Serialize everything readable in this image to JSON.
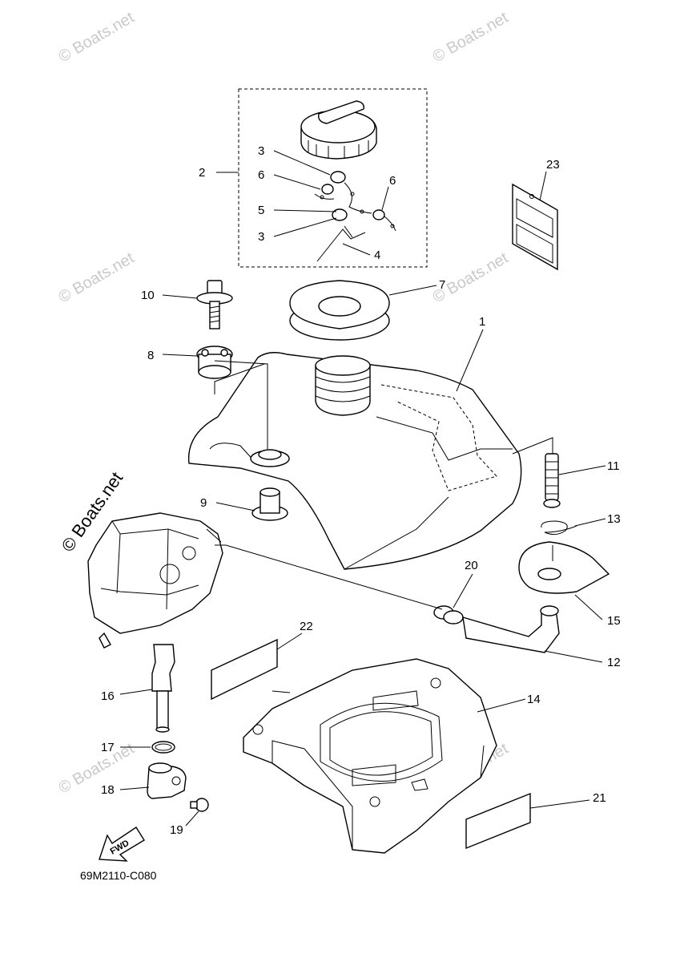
{
  "watermark_text": "© Boats.net",
  "diagram_code": "69M2110-C080",
  "fwd_label": "FWD",
  "callouts": {
    "c1": "1",
    "c2": "2",
    "c3a": "3",
    "c3b": "3",
    "c4": "4",
    "c5": "5",
    "c6a": "6",
    "c6b": "6",
    "c7": "7",
    "c8": "8",
    "c9": "9",
    "c10": "10",
    "c11": "11",
    "c12": "12",
    "c13": "13",
    "c14": "14",
    "c15": "15",
    "c16": "16",
    "c17": "17",
    "c18": "18",
    "c19": "19",
    "c20": "20",
    "c21": "21",
    "c22": "22",
    "c23": "23"
  }
}
